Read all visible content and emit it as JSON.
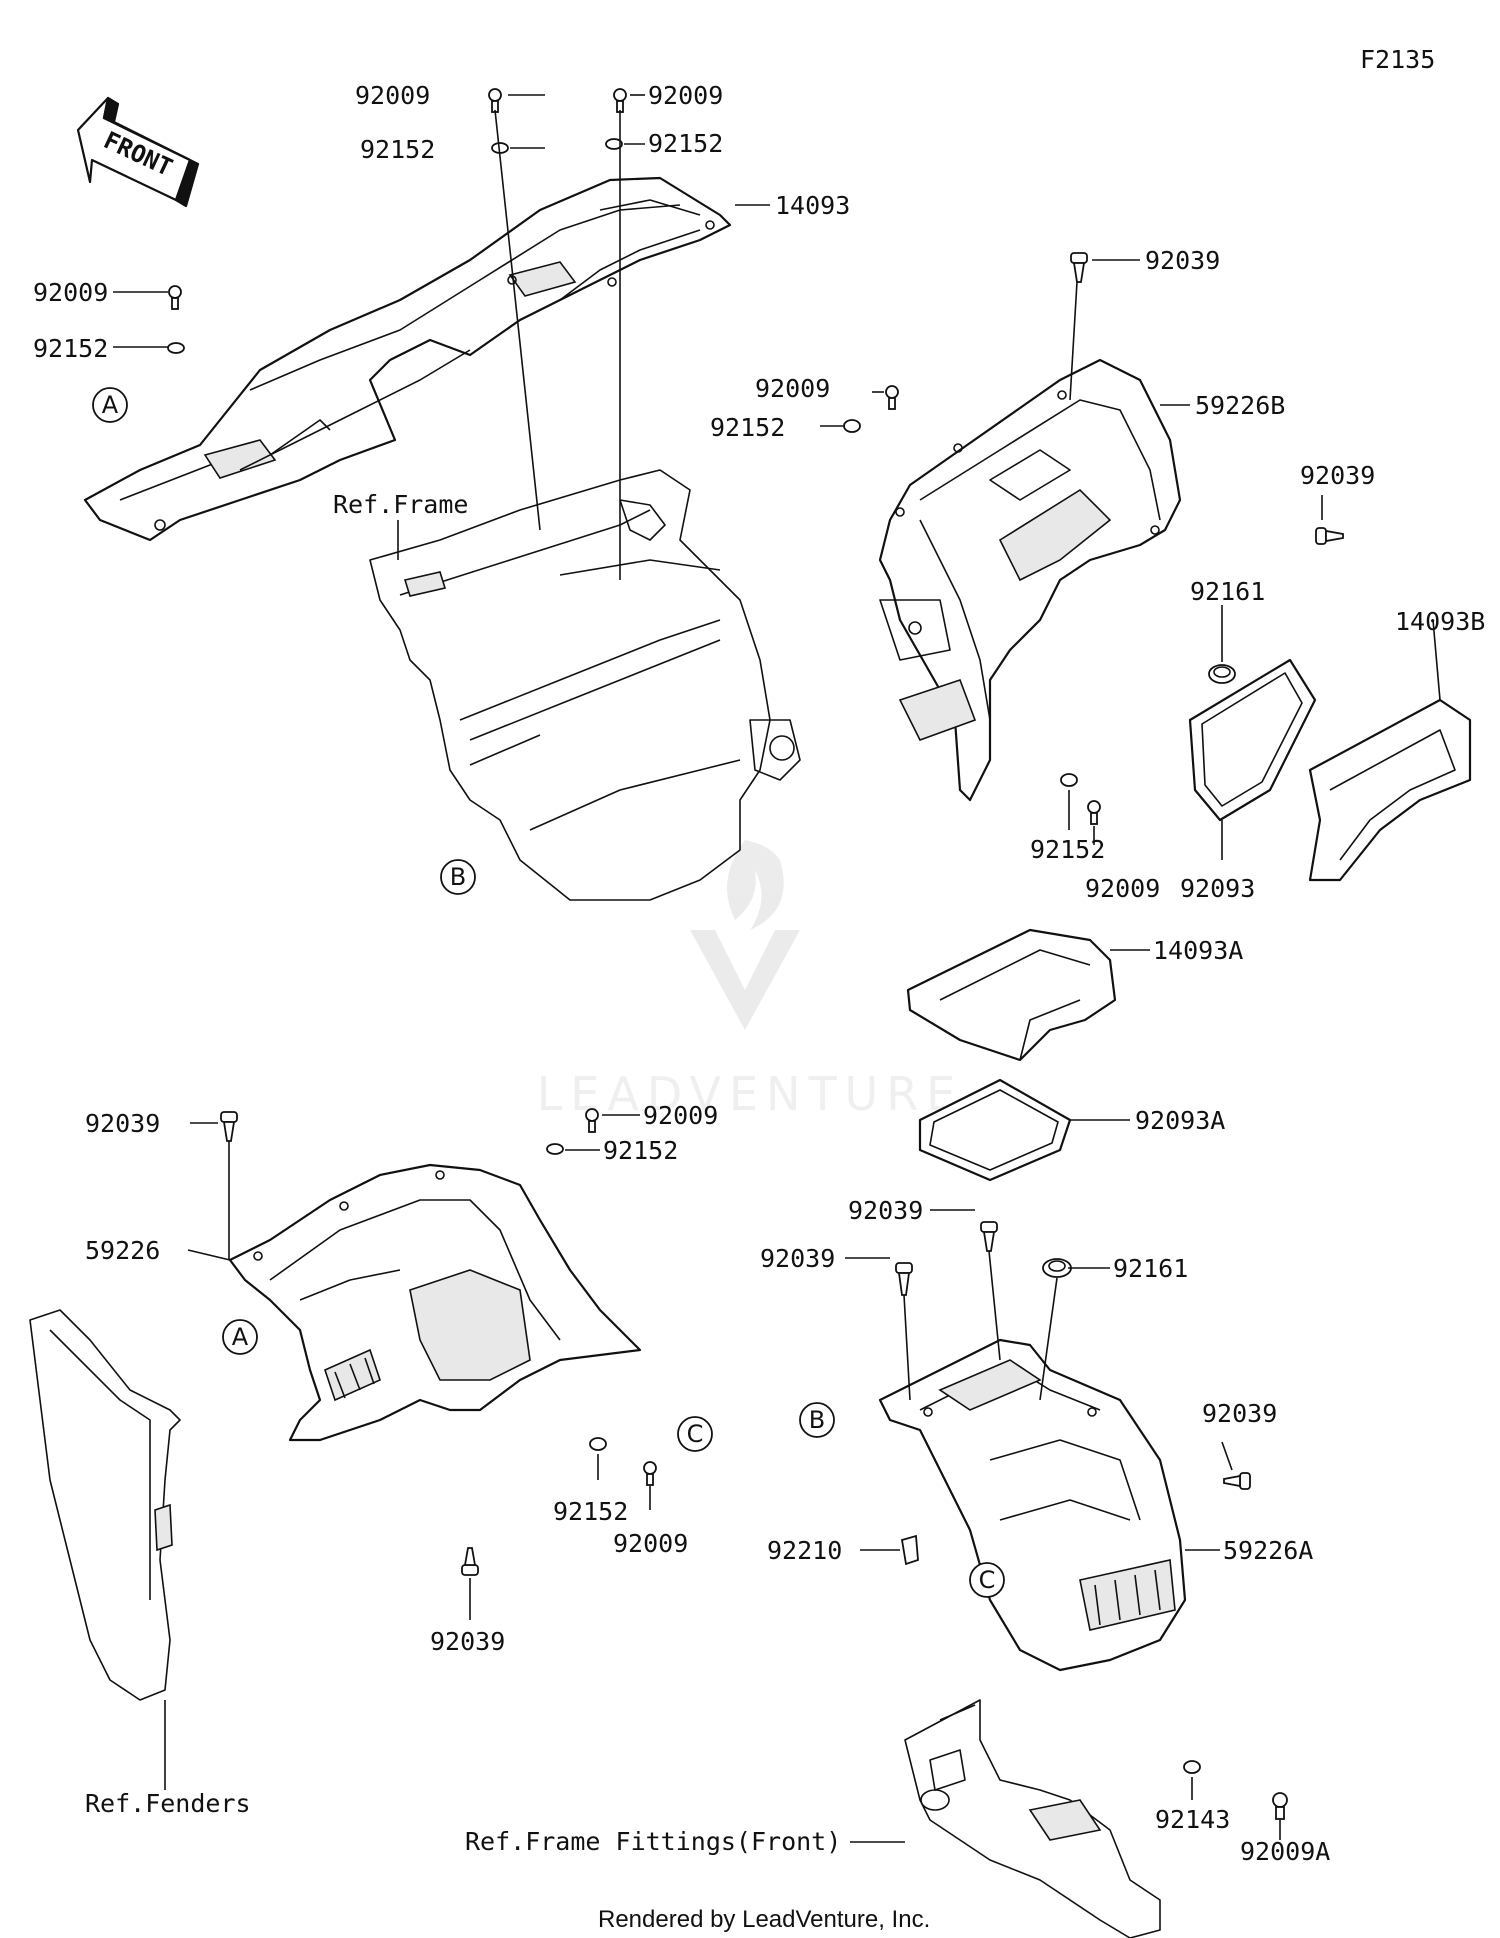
{
  "figure_code": "F2135",
  "direction_arrow": {
    "text": "FRONT",
    "icon": "front-arrow-icon"
  },
  "footer": "Rendered by LeadVenture, Inc.",
  "watermark": "LEADVENTURE",
  "callouts": {
    "a_top": "A",
    "a_bottom": "A",
    "b_mid": "B",
    "b_bottom": "B",
    "c_left": "C",
    "c_right": "C"
  },
  "references": {
    "frame": "Ref.Frame",
    "fenders": "Ref.Fenders",
    "frame_fittings": "Ref.Frame Fittings(Front)"
  },
  "part_labels": {
    "p01": "92009",
    "p02": "92009",
    "p03": "92152",
    "p04": "92152",
    "p05": "14093",
    "p06": "92009",
    "p07": "92152",
    "p08": "92039",
    "p09": "92009",
    "p10": "92152",
    "p11": "59226B",
    "p12": "92039",
    "p13": "92161",
    "p14": "14093B",
    "p15": "92152",
    "p16": "92009",
    "p17": "92093",
    "p18": "14093A",
    "p19": "92093A",
    "p20": "92039",
    "p21": "92009",
    "p22": "92152",
    "p23": "59226",
    "p24": "92152",
    "p25": "92009",
    "p26": "92039",
    "p27": "92039",
    "p28": "92039",
    "p29": "92161",
    "p30": "92039",
    "p31": "59226A",
    "p32": "92210",
    "p33": "92143",
    "p34": "92009A"
  }
}
